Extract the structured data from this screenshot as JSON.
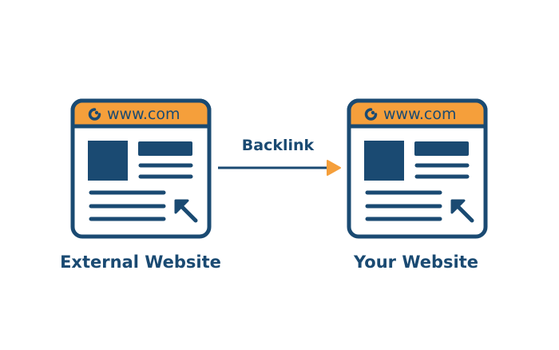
{
  "colors": {
    "navy": "#1a4a72",
    "orange": "#f59f3b",
    "background": "#ffffff"
  },
  "left_site": {
    "url_text": "www.com",
    "caption": "External Website",
    "icon": "refresh-logo-icon",
    "cursor_icon": "arrow-cursor-icon"
  },
  "right_site": {
    "url_text": "www.com",
    "caption": "Your Website",
    "icon": "refresh-logo-icon",
    "cursor_icon": "arrow-cursor-icon"
  },
  "connector": {
    "label": "Backlink"
  }
}
